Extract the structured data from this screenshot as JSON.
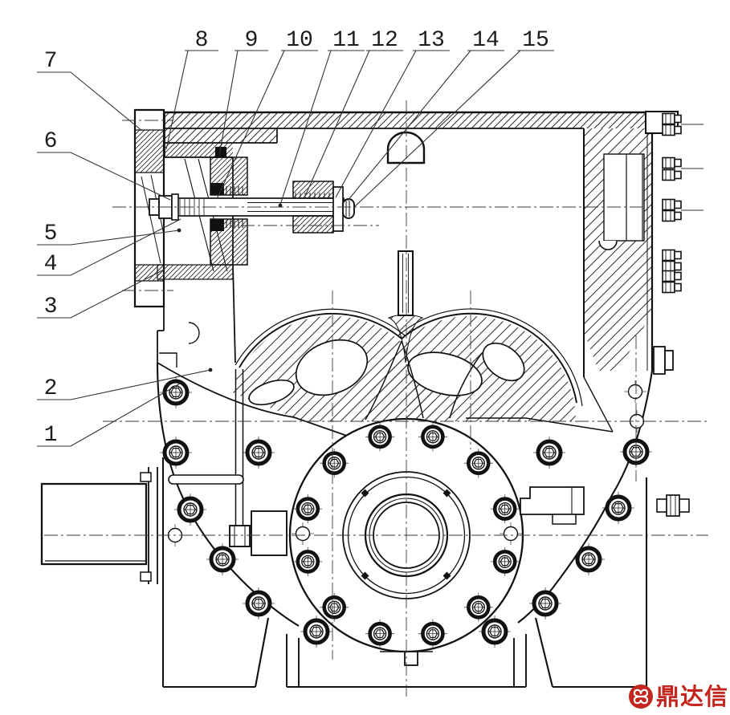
{
  "callouts": [
    "1",
    "2",
    "3",
    "4",
    "5",
    "6",
    "7",
    "8",
    "9",
    "10",
    "11",
    "12",
    "13",
    "14",
    "15"
  ],
  "watermark": {
    "brand_text": "鼎达信",
    "color": "#c3261e"
  }
}
